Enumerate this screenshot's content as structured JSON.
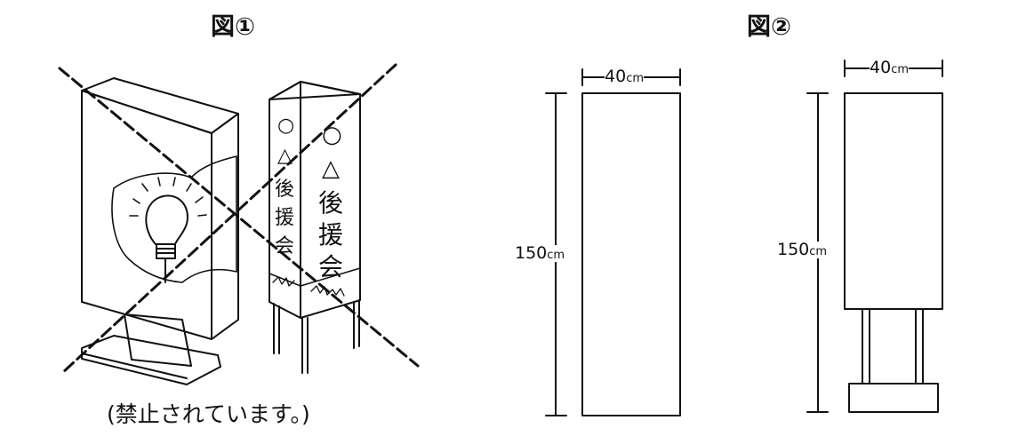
{
  "figure1": {
    "title": "図①",
    "caption": "(禁止されています。)",
    "sign_text": [
      "○",
      "△",
      "後",
      "援",
      "会"
    ]
  },
  "figure2": {
    "title": "図②",
    "left_panel": {
      "width_value": "40",
      "height_value": "150",
      "unit": "cm"
    },
    "right_panel": {
      "width_value": "40",
      "height_value": "150",
      "unit": "cm"
    }
  }
}
